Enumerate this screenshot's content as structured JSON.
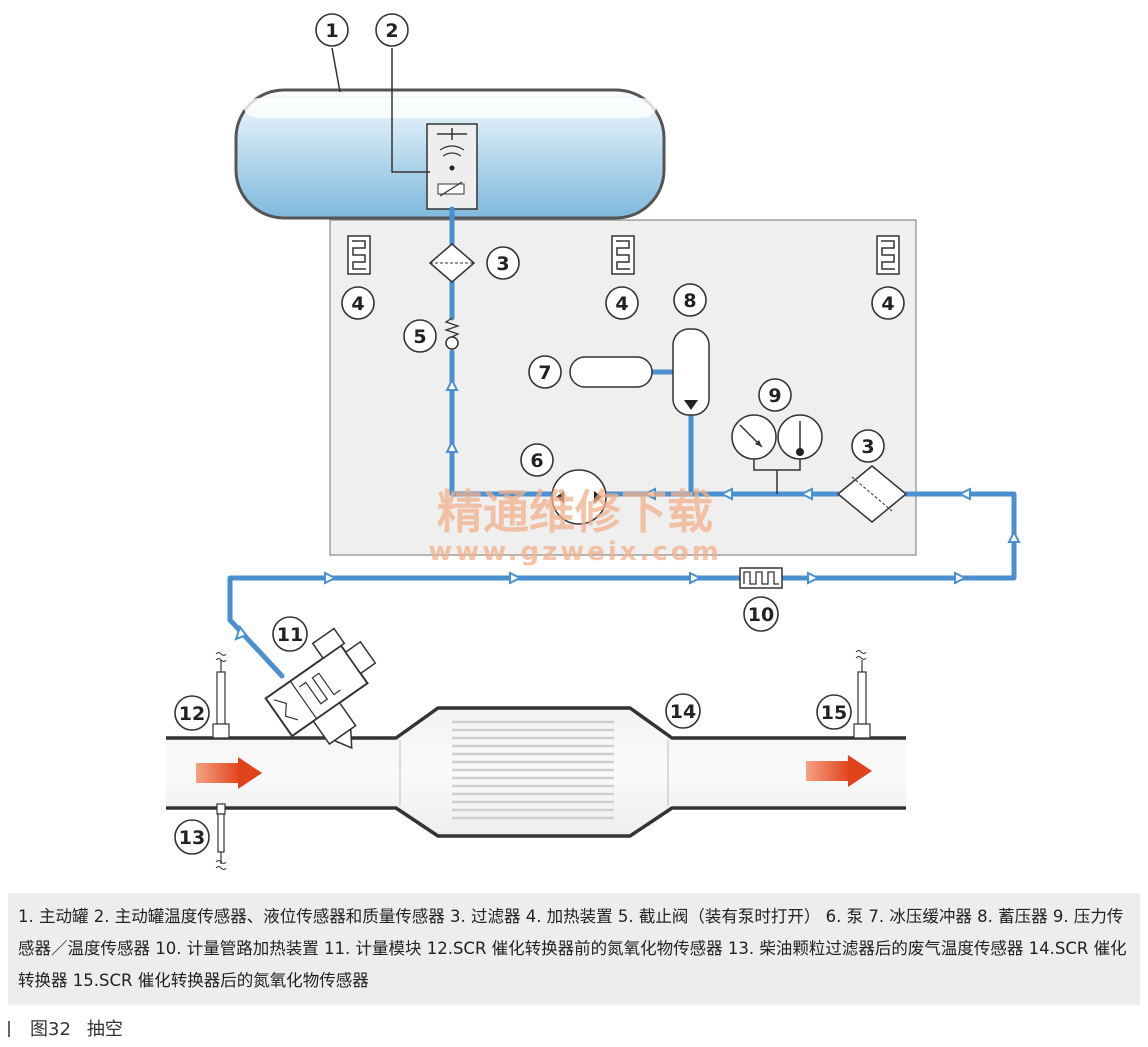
{
  "labels": {
    "n1": "1",
    "n2": "2",
    "n3a": "3",
    "n3b": "3",
    "n4a": "4",
    "n4b": "4",
    "n4c": "4",
    "n5": "5",
    "n6": "6",
    "n7": "7",
    "n8": "8",
    "n9": "9",
    "n10": "10",
    "n11": "11",
    "n12": "12",
    "n13": "13",
    "n14": "14",
    "n15": "15"
  },
  "watermark": {
    "line1": "精通维修下载",
    "line2": "www.gzweix.com"
  },
  "legend_text": "1. 主动罐   2. 主动罐温度传感器、液位传感器和质量传感器   3. 过滤器   4. 加热装置   5. 截止阀（装有泵时打开）  6. 泵   7. 冰压缓冲器   8. 蓄压器   9. 压力传感器／温度传感器   10. 计量管路加热装置   11. 计量模块   12.SCR 催化转换器前的氮氧化物传感器   13. 柴油颗粒过滤器后的废气温度传感器   14.SCR 催化转换器   15.SCR 催化转换器后的氮氧化物传感器",
  "caption": {
    "figure": "图32",
    "title": "抽空"
  },
  "colors": {
    "line": "#4a90d0",
    "panel": "#efefef",
    "tank_liquid": "#9ccbe6",
    "arrow": "#e0421c"
  }
}
